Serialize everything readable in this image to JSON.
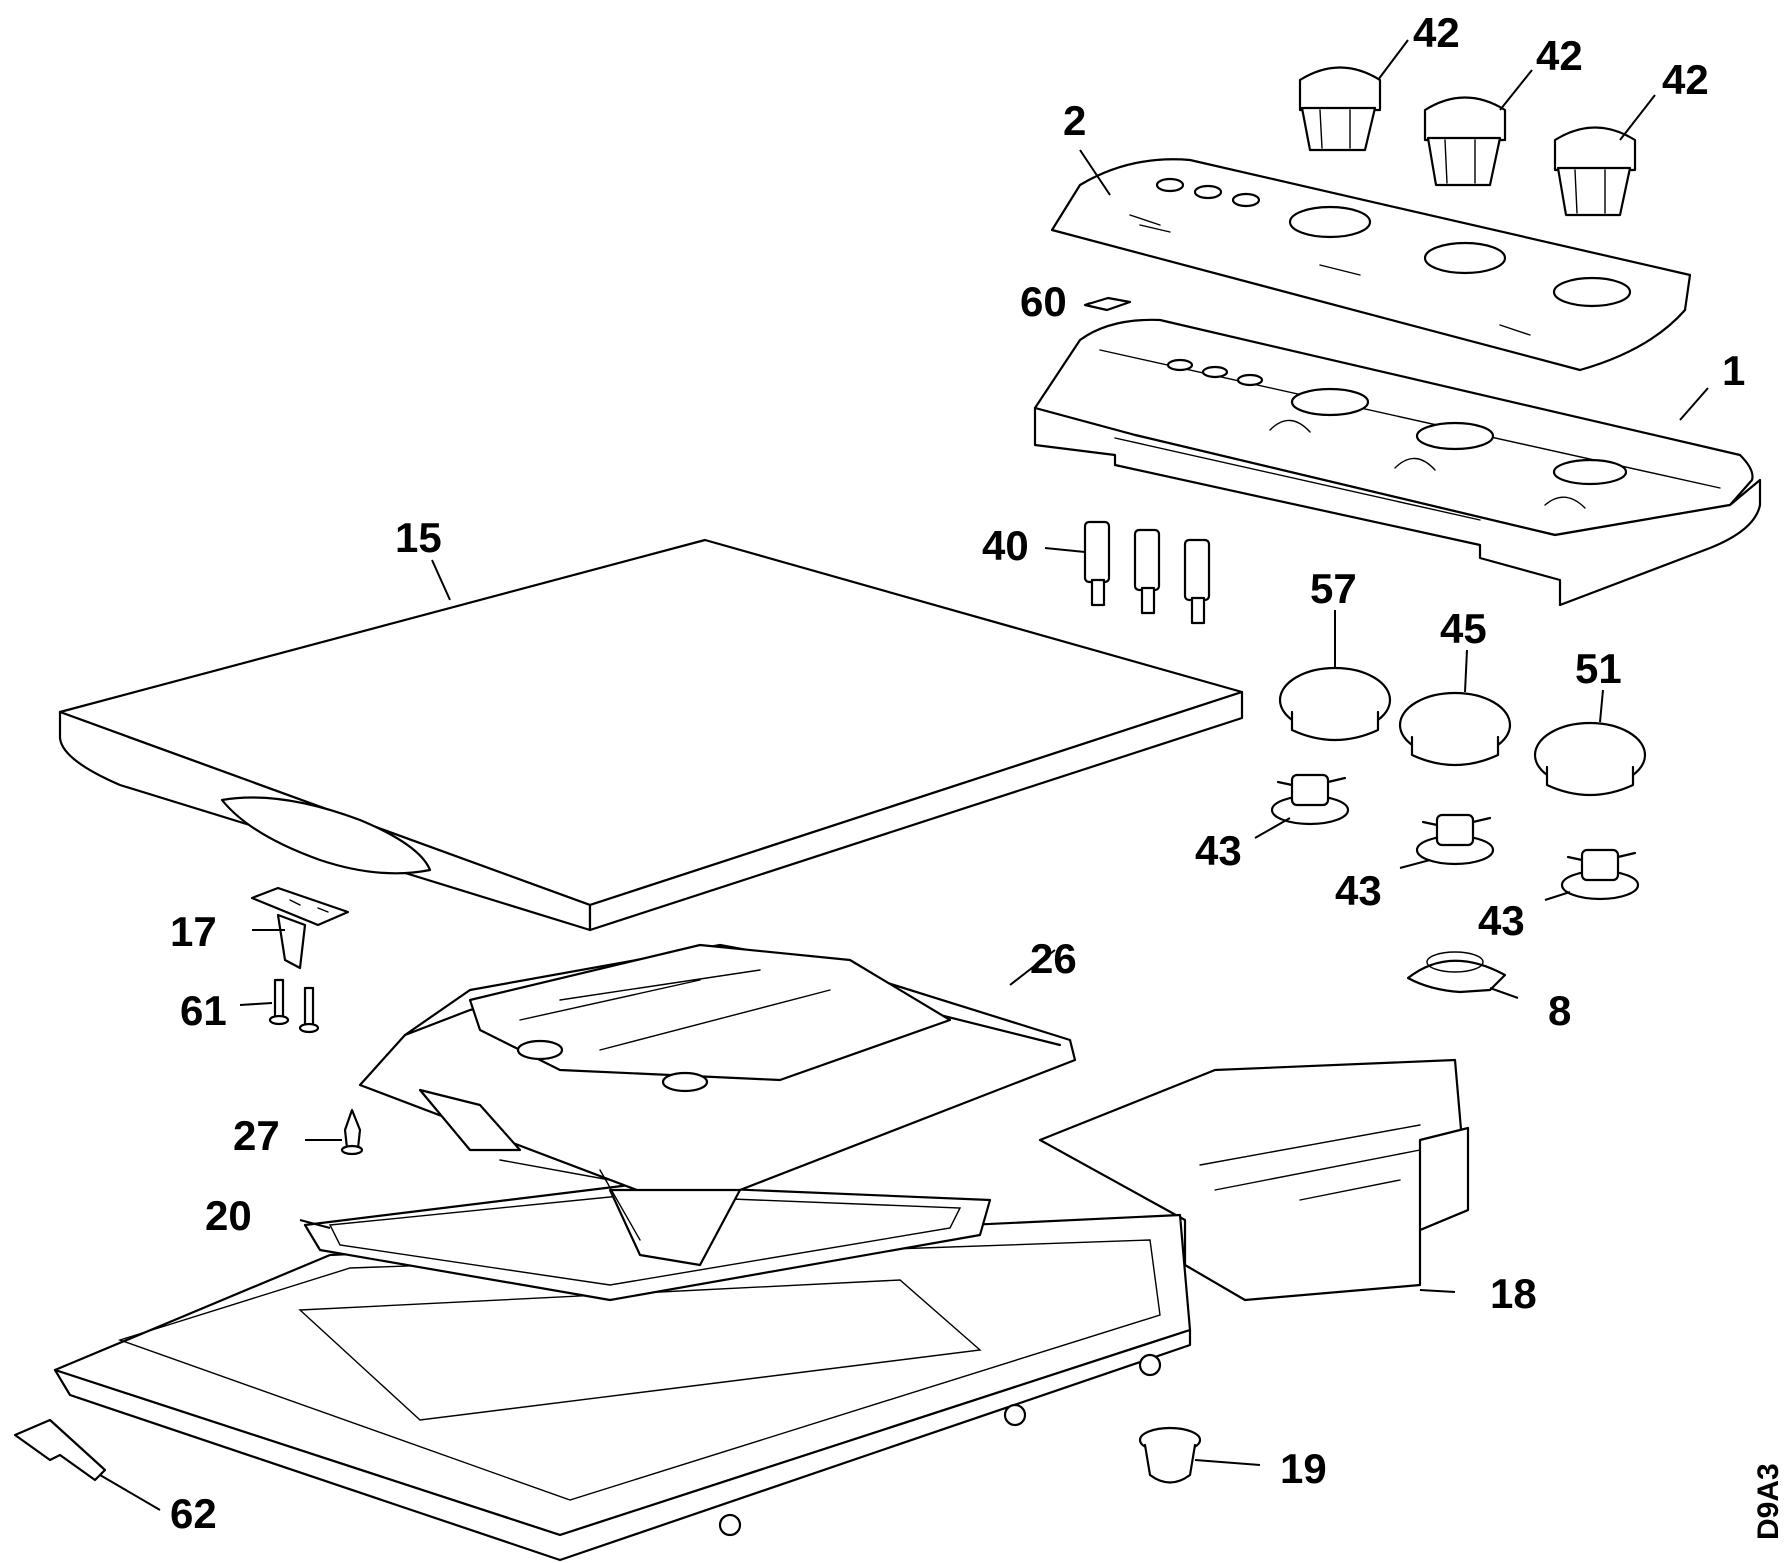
{
  "drawing_code": "D9A3",
  "labels": {
    "p1": "1",
    "p2": "2",
    "p8": "8",
    "p15": "15",
    "p17": "17",
    "p18": "18",
    "p19": "19",
    "p20": "20",
    "p26": "26",
    "p27": "27",
    "p40": "40",
    "p42a": "42",
    "p42b": "42",
    "p42c": "42",
    "p43a": "43",
    "p43b": "43",
    "p43c": "43",
    "p45": "45",
    "p51": "51",
    "p57": "57",
    "p60": "60",
    "p61": "61",
    "p62": "62"
  }
}
